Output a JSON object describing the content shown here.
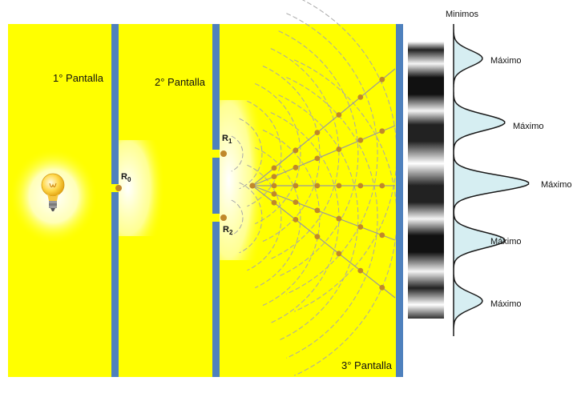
{
  "labels": {
    "screen1": "1° Pantalla",
    "screen2": "2° Pantalla",
    "screen3": "3° Pantalla",
    "r0": "R",
    "r0_sub": "0",
    "r1": "R",
    "r1_sub": "1",
    "r2": "R",
    "r2_sub": "2",
    "minimos": "Minimos",
    "maximos": [
      "Máximo",
      "Máximo",
      "Máximo",
      "Máximo",
      "Máximo"
    ]
  },
  "colors": {
    "background": "#ffff00",
    "screen": "#4f81bd",
    "node": "#c0882a",
    "wave": "#a8a8a8",
    "ray": "#9a9a9a",
    "profile_fill": "#d6eef2",
    "profile_stroke": "#1a1a1a",
    "bulb_glass": "#ffd84a"
  },
  "icons": {
    "light_source": "light-bulb-icon"
  }
}
